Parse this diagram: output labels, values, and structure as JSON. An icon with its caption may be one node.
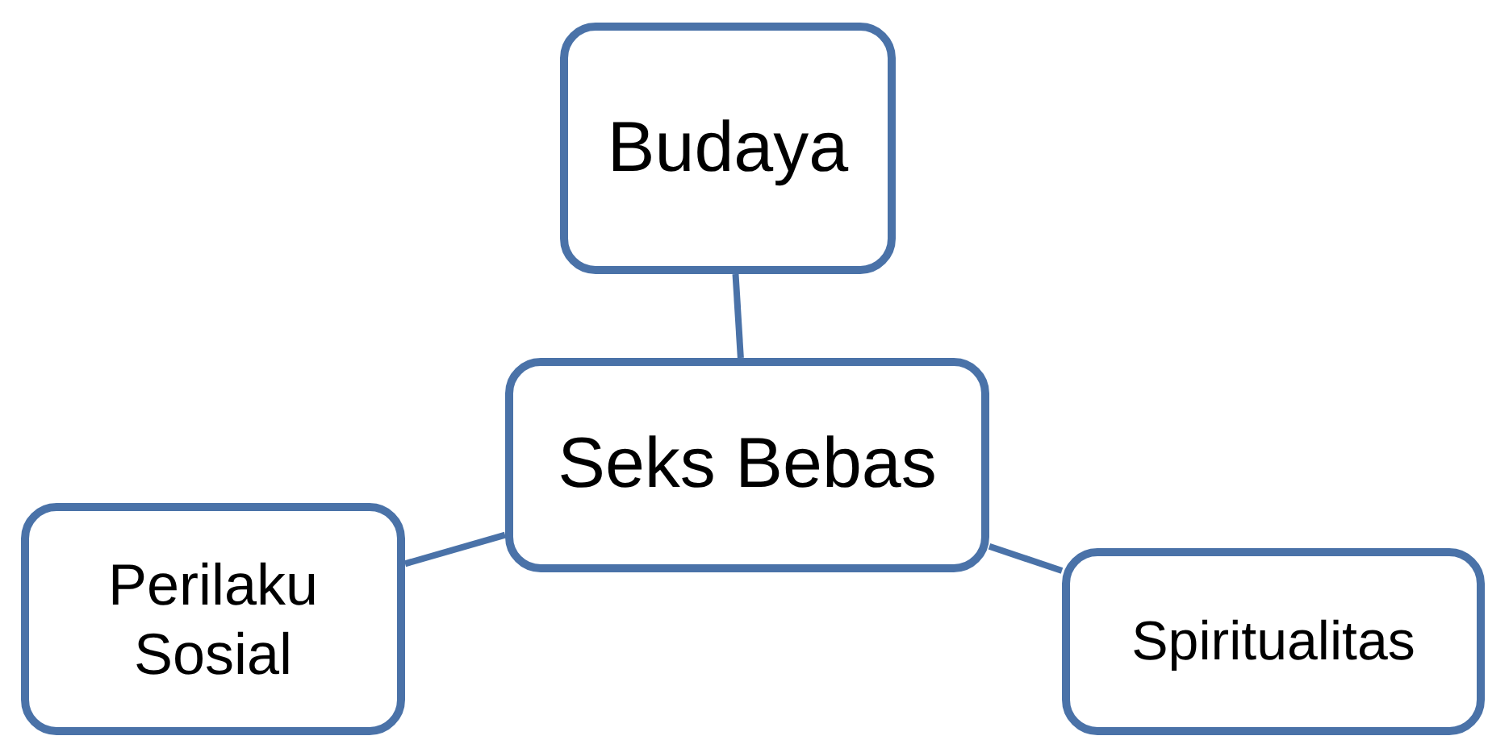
{
  "diagram": {
    "nodes": [
      {
        "text": [
          "Budaya"
        ]
      },
      {
        "text": [
          "Seks Bebas"
        ]
      },
      {
        "text": [
          "Perilaku Sosial"
        ]
      },
      {
        "text": [
          "Spiritualitas"
        ]
      }
    ],
    "edges": [
      {
        "from": 1,
        "to": 0,
        "arrow": "none"
      },
      {
        "from": 1,
        "to": 2,
        "arrow": "none"
      },
      {
        "from": 1,
        "to": 3,
        "arrow": "none"
      }
    ]
  }
}
